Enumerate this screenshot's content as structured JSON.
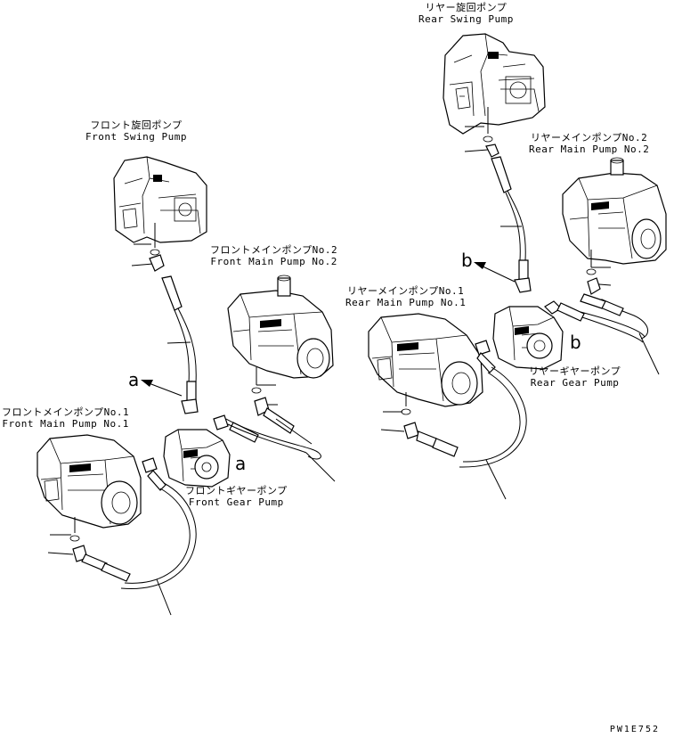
{
  "labels": {
    "rear_swing": {
      "jp": "リヤー旋回ポンプ",
      "en": "Rear Swing Pump"
    },
    "front_swing": {
      "jp": "フロント旋回ポンプ",
      "en": "Front Swing Pump"
    },
    "rear_main_2": {
      "jp": "リヤーメインポンプNo.2",
      "en": "Rear Main Pump No.2"
    },
    "front_main_2": {
      "jp": "フロントメインポンプNo.2",
      "en": "Front Main Pump No.2"
    },
    "rear_main_1": {
      "jp": "リヤーメインポンプNo.1",
      "en": "Rear Main Pump No.1"
    },
    "rear_gear": {
      "jp": "リヤーギヤーポンプ",
      "en": "Rear Gear Pump"
    },
    "front_main_1": {
      "jp": "フロントメインポンプNo.1",
      "en": "Front Main Pump No.1"
    },
    "front_gear": {
      "jp": "フロントギヤーポンプ",
      "en": "Front Gear Pump"
    }
  },
  "callouts": {
    "a": "a",
    "b": "b"
  },
  "drawing_code": "PW1E752"
}
